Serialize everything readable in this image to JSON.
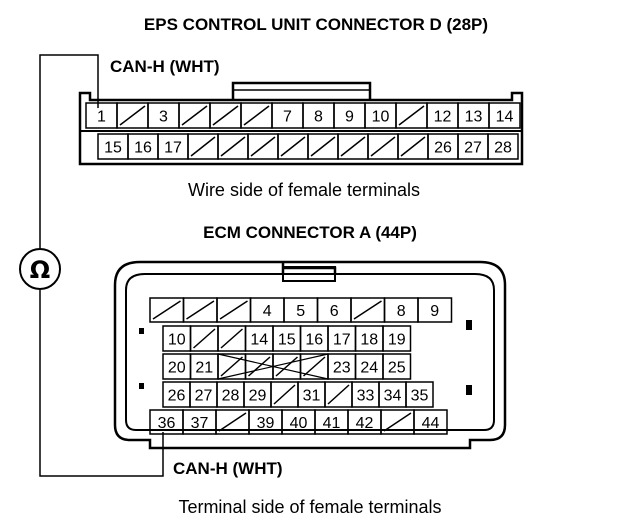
{
  "eps": {
    "title": "EPS CONTROL UNIT CONNECTOR D (28P)",
    "wire_label": "CAN-H (WHT)",
    "caption": "Wire side of female terminals",
    "row1": [
      "1",
      "",
      "3",
      "",
      "",
      "",
      "7",
      "8",
      "9",
      "10",
      "",
      "12",
      "13",
      "14"
    ],
    "row2": [
      "15",
      "16",
      "17",
      "",
      "",
      "",
      "",
      "",
      "",
      "",
      "",
      "26",
      "27",
      "28"
    ]
  },
  "ecm": {
    "title": "ECM CONNECTOR A (44P)",
    "wire_label": "CAN-H (WHT)",
    "caption": "Terminal side of female terminals",
    "row1": [
      "",
      "",
      "",
      "4",
      "5",
      "6",
      "",
      "8",
      "9"
    ],
    "row2": [
      "10",
      "",
      "",
      "14",
      "15",
      "16",
      "17",
      "18",
      "19"
    ],
    "row3": [
      "20",
      "21",
      "",
      "",
      "",
      "",
      "23",
      "24",
      "25"
    ],
    "row4": [
      "26",
      "27",
      "28",
      "29",
      "",
      "31",
      "",
      "33",
      "34",
      "35"
    ],
    "row5": [
      "36",
      "37",
      "",
      "39",
      "40",
      "41",
      "42",
      "",
      "44"
    ]
  },
  "meter": {
    "symbol": "Ω",
    "icon": "ohmmeter-icon"
  }
}
